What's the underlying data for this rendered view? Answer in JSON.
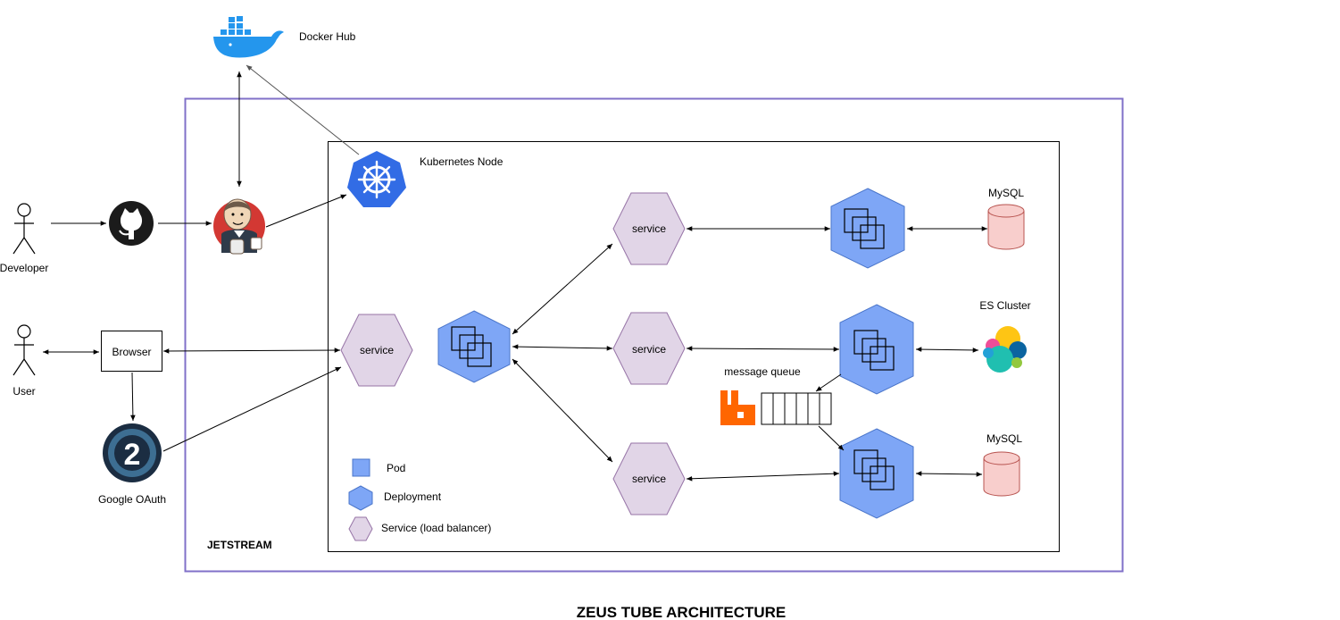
{
  "title": "ZEUS TUBE ARCHITECTURE",
  "outer_box_label": "JETSTREAM",
  "docker_hub_label": "Docker Hub",
  "kubernetes_node_label": "Kubernetes Node",
  "actors": {
    "developer": "Developer",
    "user": "User"
  },
  "browser_label": "Browser",
  "google_oauth_label": "Google OAuth",
  "services": {
    "ingress": "service",
    "top": "service",
    "middle": "service",
    "bottom": "service"
  },
  "databases": {
    "top": "MySQL",
    "es": "ES Cluster",
    "bottom": "MySQL"
  },
  "message_queue_label": "message queue",
  "legend": {
    "pod": "Pod",
    "deployment": "Deployment",
    "service": "Service (load balancer)"
  },
  "colors": {
    "outer_box": "#8070c8",
    "deployment": "#7ea6f6",
    "service": "#e1d5e7",
    "service_stroke": "#9673a6",
    "database": "#f8cecc",
    "database_stroke": "#b85450",
    "kubernetes": "#326ce5",
    "docker": "#2496ed",
    "rabbitmq": "#ff6600"
  }
}
